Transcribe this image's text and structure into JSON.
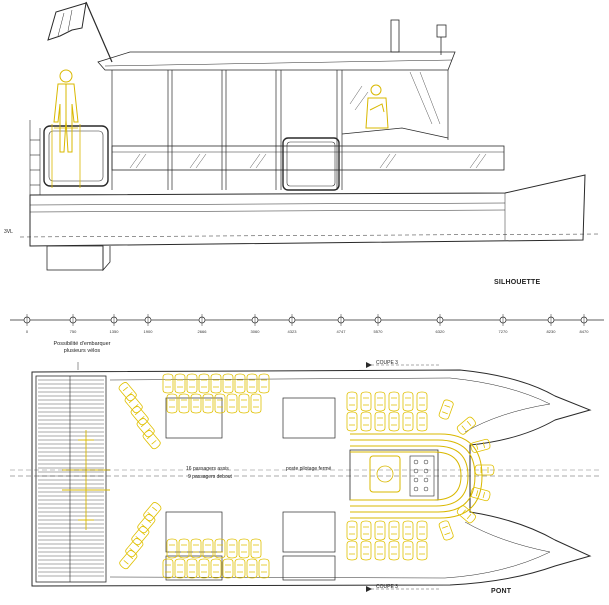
{
  "labels": {
    "silhouette": "SILHOUETTE",
    "pont": "PONT",
    "waterline": "3VL",
    "boarding_note": "Possibilité d'embarquer plusieurs vélos",
    "passengers_line1": "16 passagers assis",
    "passengers_line2": "9 passagers debout",
    "pilot_station": "poste pilotage fermé",
    "section_top": "COUPE 3",
    "section_bottom": "COUPE 3"
  },
  "dimension_ticks": [
    "0",
    "750",
    "1350",
    "1900",
    "2666",
    "3060",
    "4323",
    "4747",
    "5570",
    "6320",
    "7270",
    "8230",
    "8470"
  ],
  "colors": {
    "line": "#2a2a2a",
    "figure": "#d9b800",
    "seat": "#e0c000"
  }
}
